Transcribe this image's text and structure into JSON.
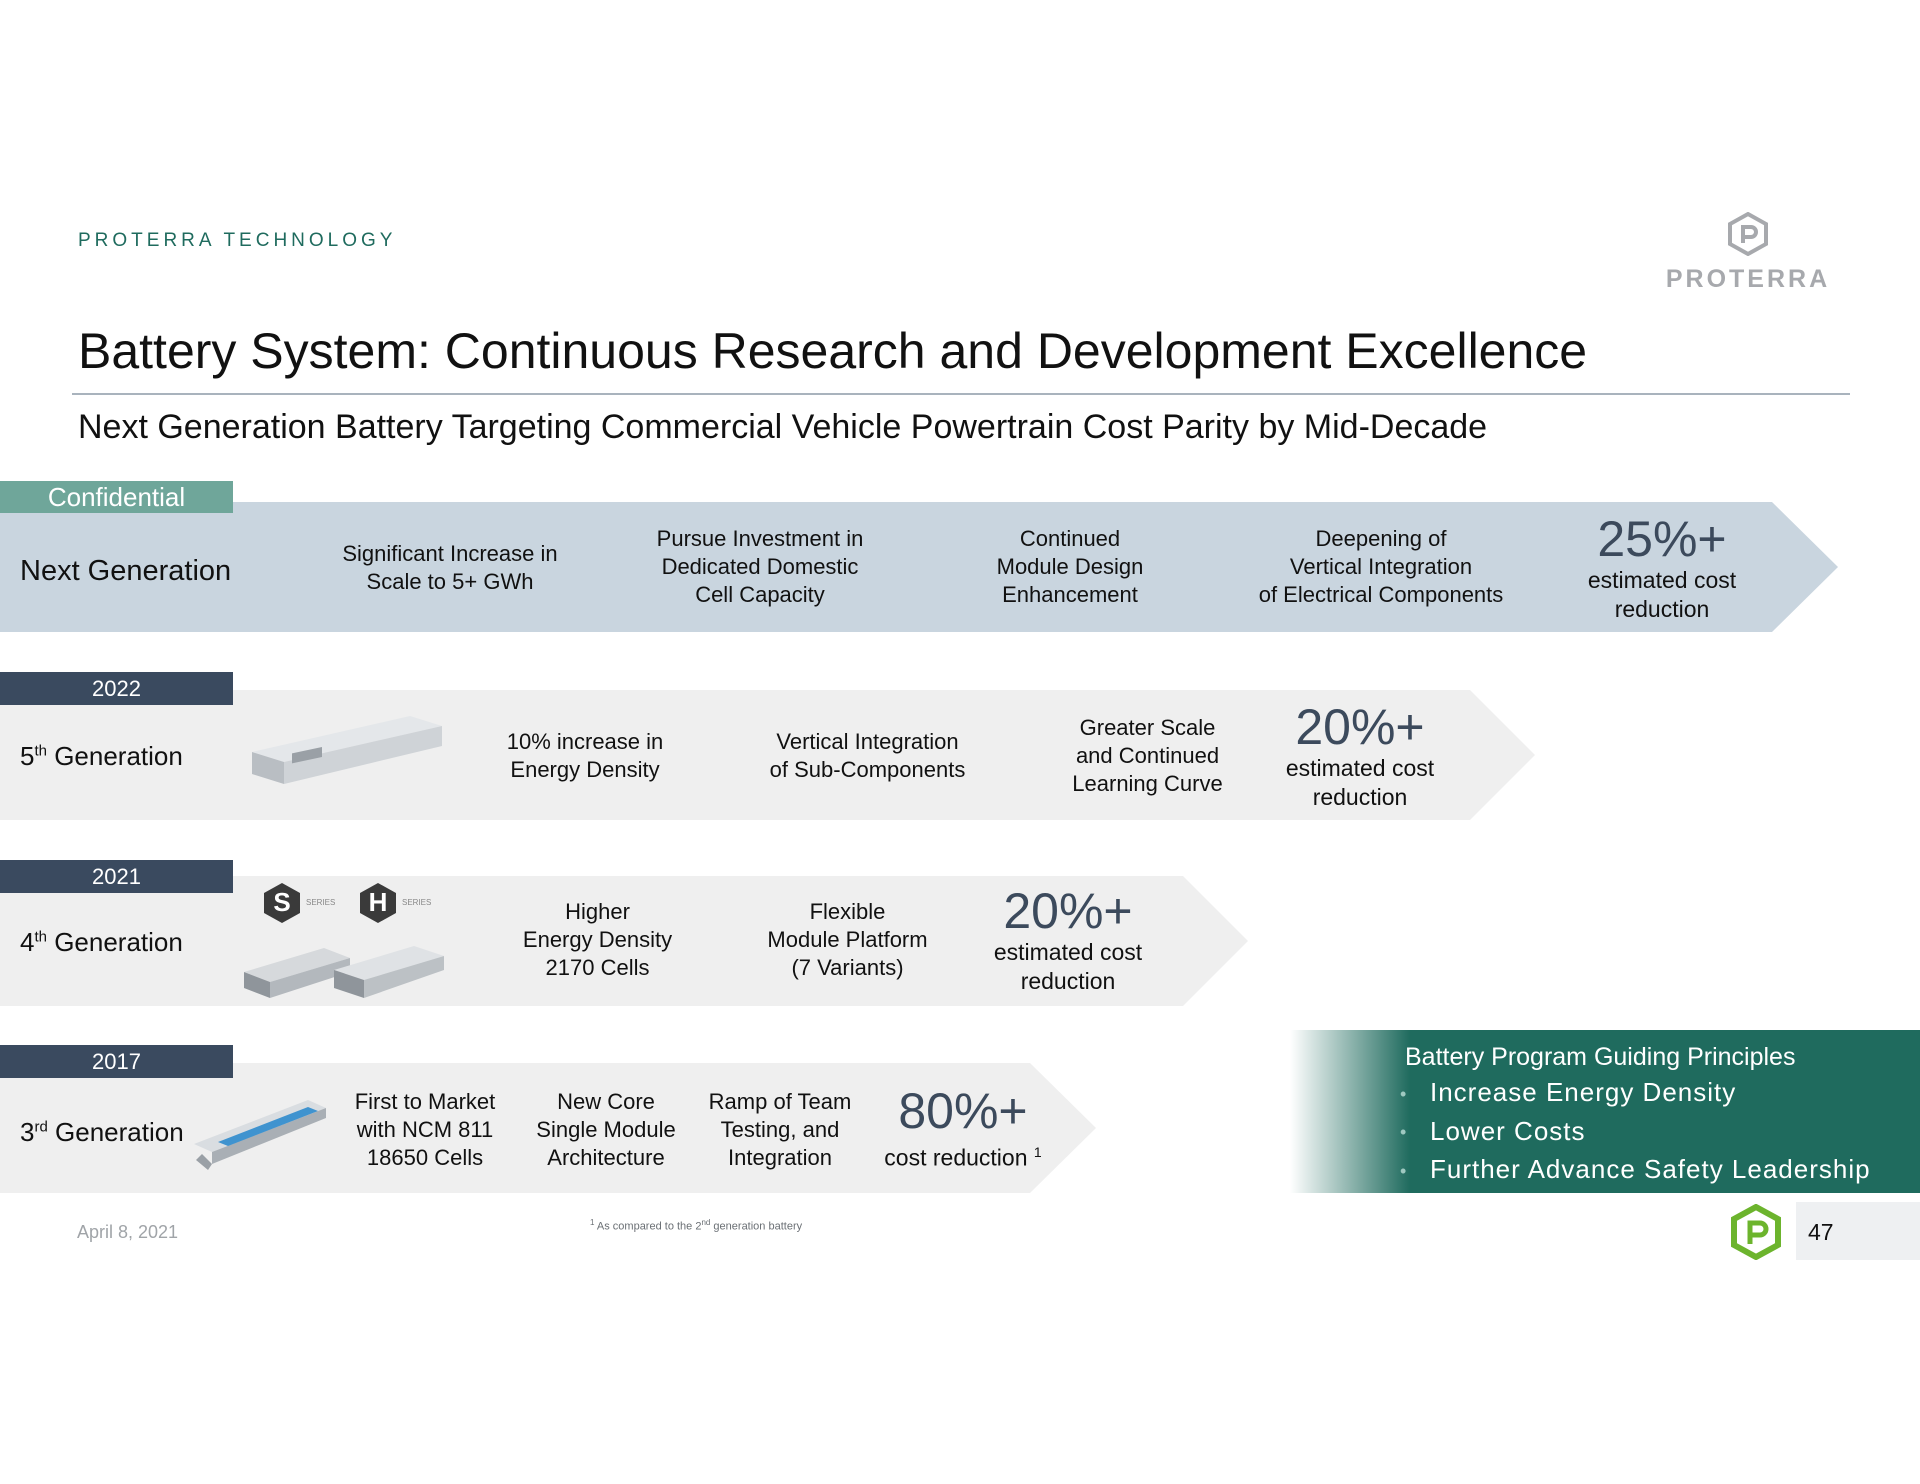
{
  "header": {
    "section": "PROTERRA TECHNOLOGY",
    "logo_text": "PROTERRA",
    "title": "Battery System: Continuous Research and Development Excellence",
    "subtitle": "Next Generation Battery Targeting Commercial Vehicle Powertrain Cost Parity by Mid-Decade"
  },
  "colors": {
    "brand_green": "#1f6b5e",
    "next_band": "#c9d5df",
    "gen_band": "#efefef",
    "year_tag": "#3a4a5f",
    "confidential_tag": "#6fa69a",
    "logo_green": "#6cb42d"
  },
  "next_gen": {
    "tag": "Confidential",
    "label": "Next Generation",
    "items": [
      [
        "Significant Increase in",
        "Scale to 5+ GWh"
      ],
      [
        "Pursue Investment in",
        "Dedicated Domestic",
        "Cell Capacity"
      ],
      [
        "Continued",
        "Module Design",
        "Enhancement"
      ],
      [
        "Deepening of",
        "Vertical Integration",
        "of Electrical Components"
      ]
    ],
    "pct": "25%+",
    "pct_label": [
      "estimated cost",
      "reduction"
    ]
  },
  "gen5": {
    "year": "2022",
    "ordinal": "5",
    "sup": "th",
    "label": " Generation",
    "image_icon": "battery-pack-icon",
    "items": [
      [
        "10% increase in",
        "Energy Density"
      ],
      [
        "Vertical Integration",
        "of Sub-Components"
      ],
      [
        "Greater Scale",
        "and Continued",
        "Learning Curve"
      ]
    ],
    "pct": "20%+",
    "pct_label": [
      "estimated cost",
      "reduction"
    ]
  },
  "gen4": {
    "year": "2021",
    "ordinal": "4",
    "sup": "th",
    "label": " Generation",
    "badge_s": "S",
    "badge_h": "H",
    "badge_series": "SERIES",
    "items": [
      [
        "Higher",
        "Energy Density",
        "2170 Cells"
      ],
      [
        "Flexible",
        "Module Platform",
        "(7 Variants)"
      ]
    ],
    "pct": "20%+",
    "pct_label": [
      "estimated cost",
      "reduction"
    ]
  },
  "gen3": {
    "year": "2017",
    "ordinal": "3",
    "sup": "rd",
    "label": " Generation",
    "items": [
      [
        "First to Market",
        "with NCM 811",
        "18650 Cells"
      ],
      [
        "New Core",
        "Single Module",
        "Architecture"
      ],
      [
        "Ramp of Team",
        "Testing, and",
        "Integration"
      ]
    ],
    "pct": "80%+",
    "pct_label": "cost reduction",
    "pct_sup": "1"
  },
  "principles": {
    "title": "Battery Program Guiding Principles",
    "items": [
      "Increase Energy Density",
      "Lower Costs",
      "Further Advance Safety Leadership"
    ]
  },
  "footer": {
    "date": "April 8, 2021",
    "footnote_marker": "1",
    "footnote_pre": " As compared to the 2",
    "footnote_sup": "nd",
    "footnote_post": " generation battery",
    "page": "47"
  }
}
